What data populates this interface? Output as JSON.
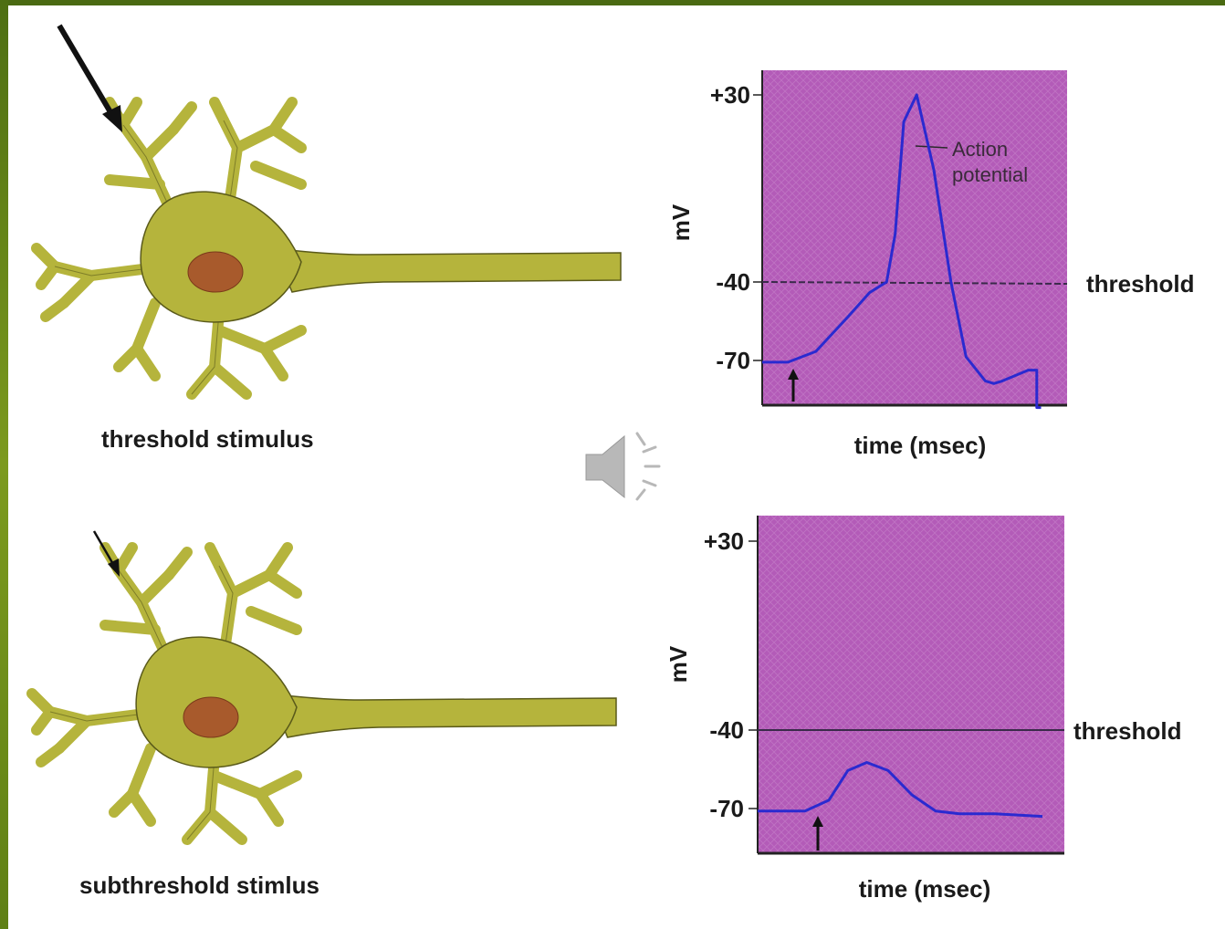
{
  "colors": {
    "frame": "#4a6a12",
    "neuron_fill": "#b5b43c",
    "nucleus": "#a85a2c",
    "plot_bg": "#b35bb8",
    "trace": "#2a2ad0",
    "threshold_line": "#3a2a4a"
  },
  "icons": {
    "speaker": "speaker-icon"
  },
  "top_panel": {
    "neuron_caption": "threshold stimulus",
    "chart": {
      "ylabel": "mV",
      "xlabel": "time (msec)",
      "tick_labels": [
        "+30",
        "-40",
        "-70"
      ],
      "threshold_label": "threshold",
      "annotation_line1": "Action",
      "annotation_line2": "potential"
    }
  },
  "bottom_panel": {
    "neuron_caption": "subthreshold stimlus",
    "chart": {
      "ylabel": "mV",
      "xlabel": "time (msec)",
      "tick_labels": [
        "+30",
        "-40",
        "-70"
      ],
      "threshold_label": "threshold"
    }
  },
  "chart_data": [
    {
      "type": "line",
      "y_ticks": [
        30,
        -40,
        -70
      ],
      "threshold": -40,
      "series": [
        {
          "x": [
            0,
            12,
            25,
            40,
            50,
            58,
            62,
            66,
            72,
            80,
            88,
            95,
            104,
            108,
            112,
            118,
            124,
            128,
            128,
            130
          ],
          "values": [
            -70,
            -70,
            -66,
            -53,
            -44,
            -40,
            -22,
            20,
            30,
            2,
            -40,
            -68,
            -77,
            -78,
            -77,
            -75,
            -73,
            -73,
            -87,
            -87
          ]
        }
      ]
    },
    {
      "type": "line",
      "y_ticks": [
        30,
        -40,
        -70
      ],
      "threshold": -40,
      "series": [
        {
          "x": [
            0,
            20,
            30,
            38,
            46,
            55,
            65,
            75,
            85,
            100,
            120
          ],
          "values": [
            -70,
            -70,
            -66,
            -55,
            -52,
            -55,
            -64,
            -70,
            -71,
            -71,
            -72
          ]
        }
      ]
    }
  ]
}
